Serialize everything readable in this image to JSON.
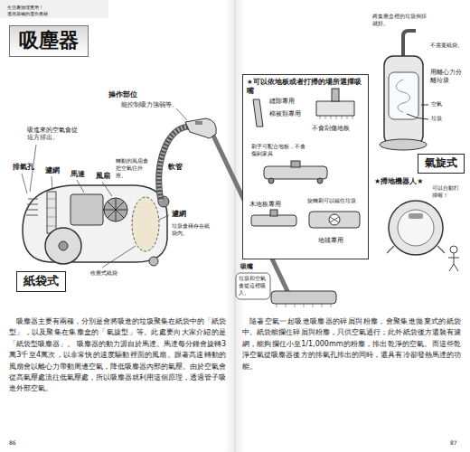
{
  "diagram": {
    "title": "吸塵器",
    "nodes": [
      {
        "text": [
          "紙袋式"
        ]
      },
      {
        "text": [
          "★可以依地板或者打掃的場所選擇吸嘴"
        ]
      },
      {
        "text": [
          "氣旋式"
        ]
      }
    ],
    "labels": [
      "生活裏物理實用！",
      "透視器械的運作奧秘",
      "操作部位",
      "能控制吸力強弱等。",
      "吸進來的空氣會從這方排出。",
      "排氣孔",
      "濾網",
      "馬達",
      "風扇",
      "轉動的風扇會把空氣往外推。",
      "軟管",
      "濾網",
      "垃圾會積存在紙袋內。",
      "收塵式紙袋",
      "吸塵器主要有兩種，分別是會將吸進的垃圾聚集在紙袋中的「紙袋型」，以及聚集在集塵盒的「氣旋型」等。此處要向大家介紹的是「紙袋型吸塵器」。 吸塵器的動力源自於馬達。馬達每分鐘會旋轉3萬3千至4萬次，以非常快的速度驅動裡面的風扇。跟著高速轉動的風扇會以離心力帶動周邊空氣，降低吸塵器內部的氣壓。由於空氣會從高氣壓處流往低氣壓處，所以吸塵器就利用這個原理，透過管子吸進外部空氣。",
      "縫隙專用",
      "棉被類專用",
      "不會刮傷地板",
      "刷子可配合地板，不會傷到家具",
      "木地板專用",
      "旋轉刷可以纏住垃圾",
      "地毯專用",
      "吸嘴",
      "垃圾和空氣會從這裡吸入。",
      "將集塵盒裡的垃圾倒掉就好。",
      "不需要紙袋。",
      "用離心力分離垃圾",
      "空氣",
      "垃圾",
      "★掃地機器人★",
      "可以自動打掃喔！",
      "隨著空氣一起吸進吸塵器的碎屑與粉塵，會聚集進拋棄式的紙袋中。紙袋能攔住碎屑與粉塵，只供空氣通行；此外紙袋後方還裝有濾網，能夠攔住小至1/1,000mm的粉塵，排出乾淨的空氣。而這些乾淨空氣從吸塵器後方的排氣孔排出的同時，還具有冷卻發熱馬達的功能。",
      "86",
      "87"
    ]
  }
}
